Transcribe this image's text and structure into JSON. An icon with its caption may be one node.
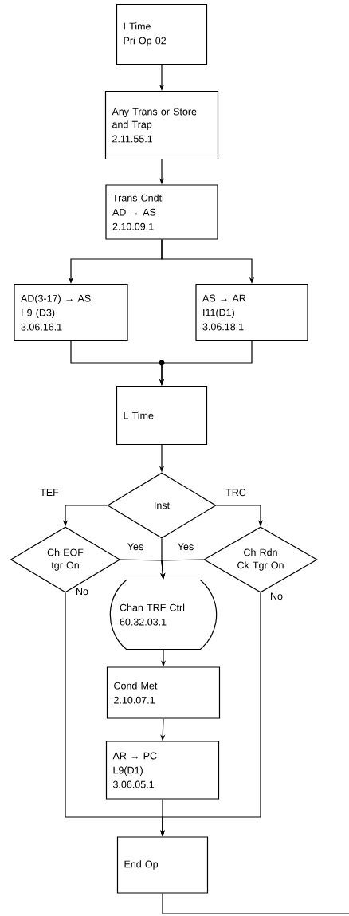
{
  "diagram": {
    "nodes": [
      {
        "text": [
          "I Time",
          "Pri Op 02"
        ]
      },
      {
        "text": [
          "Any Trans or Store and Trap",
          "2.11.55.1"
        ]
      },
      {
        "text": [
          "Trans Cndtl",
          "AD → AS",
          "2.10.09.1"
        ]
      },
      {
        "text": [
          "AD(3-17) → AS",
          "I 9 (D3)",
          "3.06.16.1"
        ]
      },
      {
        "text": [
          "AS → AR",
          "I11(D1)",
          "3.06.18.1"
        ]
      },
      {
        "text": [
          "L Time"
        ]
      },
      {
        "text": [
          "Inst"
        ]
      },
      {
        "text": [
          "Ch EOF tgr On"
        ]
      },
      {
        "text": [
          "Ch Rdn Ck Tgr On"
        ]
      },
      {
        "text": [
          "Chan TRF Ctrl",
          "60.32.03.1"
        ]
      },
      {
        "text": [
          "Cond Met",
          "2.10.07.1"
        ]
      },
      {
        "text": [
          "AR → PC",
          "L9(D1)",
          "3.06.05.1"
        ]
      },
      {
        "text": [
          "End Op"
        ]
      }
    ],
    "edges": [
      {
        "from": 0,
        "to": 1,
        "arrow": "to"
      },
      {
        "from": 1,
        "to": 2,
        "arrow": "to"
      },
      {
        "from": 2,
        "to": 3,
        "arrow": "to"
      },
      {
        "from": 2,
        "to": 4,
        "arrow": "to"
      },
      {
        "from": 3,
        "to": 5,
        "arrow": "to"
      },
      {
        "from": 4,
        "to": 5,
        "arrow": "to"
      },
      {
        "from": 5,
        "to": 6,
        "arrow": "to"
      },
      {
        "from": 6,
        "to": 7,
        "arrow": "to",
        "label": "TEF"
      },
      {
        "from": 6,
        "to": 8,
        "arrow": "to",
        "label": "TRC"
      },
      {
        "from": 6,
        "to": 9,
        "arrow": "to"
      },
      {
        "from": 7,
        "to": 9,
        "arrow": "to",
        "label": "Yes"
      },
      {
        "from": 8,
        "to": 9,
        "arrow": "to",
        "label": "Yes"
      },
      {
        "from": 9,
        "to": 10,
        "arrow": "to"
      },
      {
        "from": 10,
        "to": 11,
        "arrow": "to"
      },
      {
        "from": 7,
        "to": 12,
        "arrow": "to",
        "label": "No"
      },
      {
        "from": 8,
        "to": 12,
        "arrow": "to",
        "label": "No"
      },
      {
        "from": 11,
        "to": 12,
        "arrow": "to"
      },
      {
        "from": 12,
        "to": null,
        "arrow": "none"
      }
    ]
  }
}
